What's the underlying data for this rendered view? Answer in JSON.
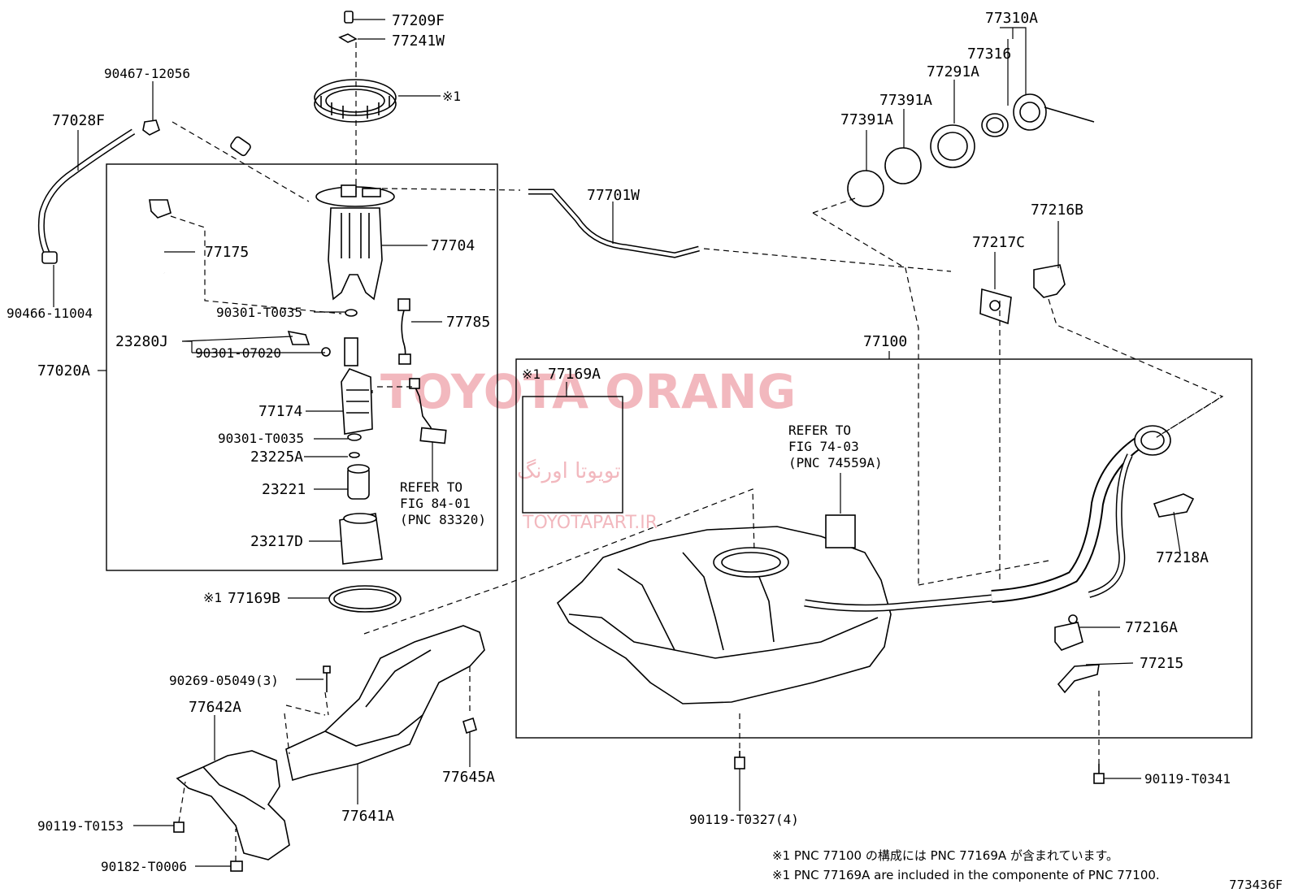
{
  "diagram": {
    "figure_code": "773436F",
    "watermark": {
      "title": "TOYOTA ORANG",
      "persian": "تویوتا اورنگ",
      "site": "TOYOTAPART.IR"
    },
    "part_labels": {
      "p77209F": "77209F",
      "p77241W": "77241W",
      "p90467": "90467-12056",
      "p77028F": "77028F",
      "p90466": "90466-11004",
      "mark1_ring": "※1",
      "p77704": "77704",
      "p77175": "77175",
      "p90301_T0035a": "90301-T0035",
      "p77785": "77785",
      "p23280J": "23280J",
      "p90301_07020": "90301-07020",
      "p77020A": "77020A",
      "p77174": "77174",
      "p90301_T0035b": "90301-T0035",
      "p23225A": "23225A",
      "p23221": "23221",
      "p23217D": "23217D",
      "ref84_1": "REFER TO",
      "ref84_2": "FIG 84-01",
      "ref84_3": "(PNC 83320)",
      "mark1_77169B": "※1",
      "p77169B": "77169B",
      "p77701W": "77701W",
      "p77310A": "77310A",
      "p77316": "77316",
      "p77291A": "77291A",
      "p77391A_a": "77391A",
      "p77391A_b": "77391A",
      "p77216B": "77216B",
      "p77217C": "77217C",
      "p77100": "77100",
      "mark1_77169A": "※1",
      "p77169A": "77169A",
      "ref74_1": "REFER TO",
      "ref74_2": "FIG 74-03",
      "ref74_3": "(PNC 74559A)",
      "p77218A": "77218A",
      "p77216A": "77216A",
      "p77215": "77215",
      "p90119_T0341": "90119-T0341",
      "p90119_T0327": "90119-T0327(4)",
      "p90269": "90269-05049(3)",
      "p77642A": "77642A",
      "p77645A": "77645A",
      "p77641A": "77641A",
      "p90119_T0153": "90119-T0153",
      "p90182": "90182-T0006"
    },
    "notes": {
      "jp": "※1 PNC 77100 の構成には PNC 77169A が含まれています。",
      "en": "※1 PNC 77169A are included in the componente of PNC 77100."
    }
  }
}
